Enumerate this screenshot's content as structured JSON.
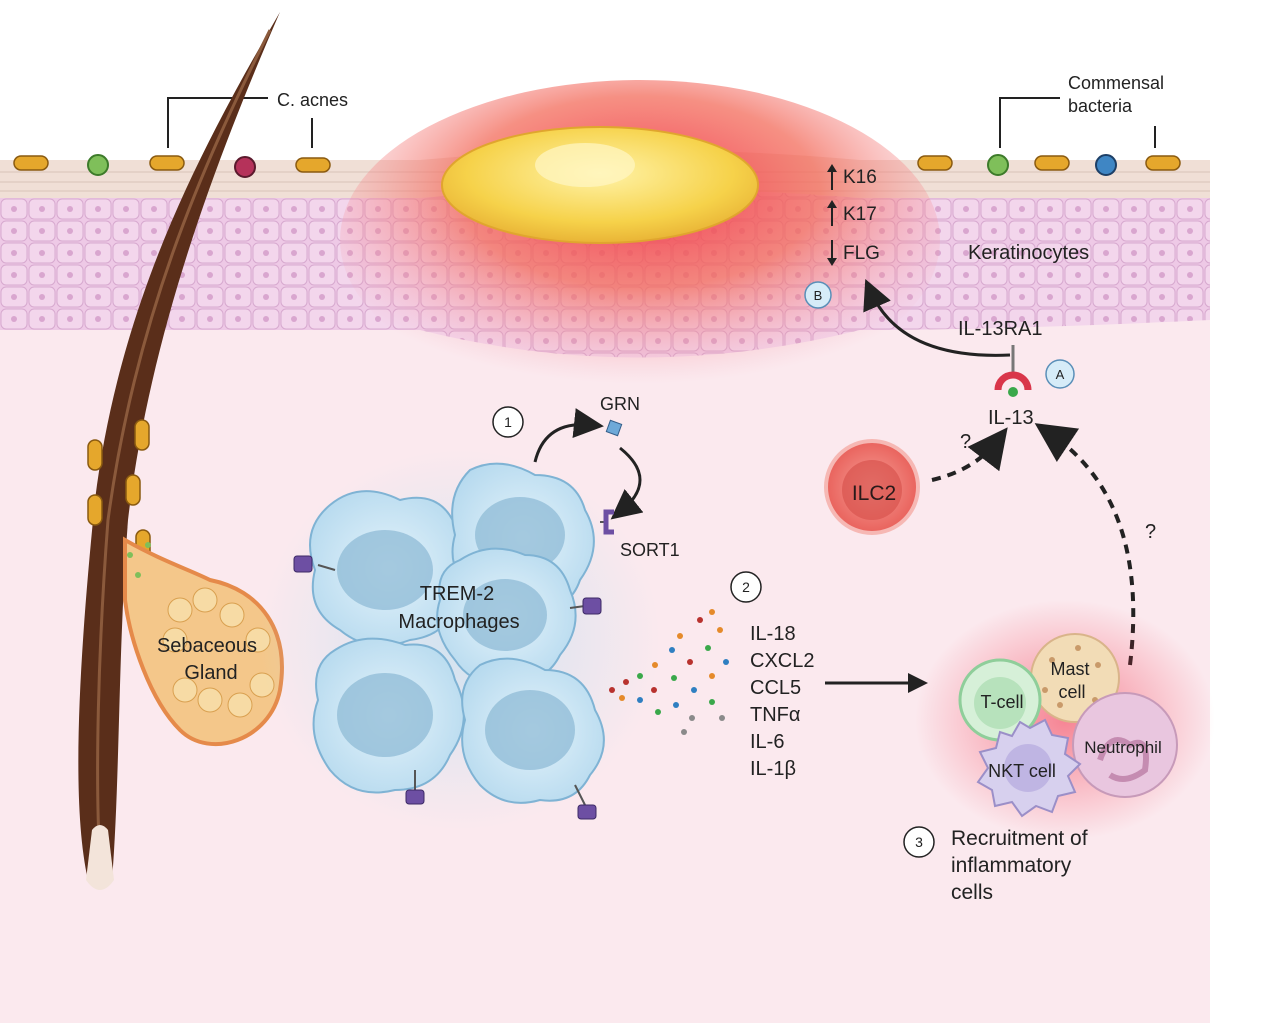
{
  "labels": {
    "c_acnes": "C. acnes",
    "commensal_line1": "Commensal",
    "commensal_line2": "bacteria",
    "k16": "K16",
    "k17": "K17",
    "flg": "FLG",
    "keratinocytes": "Keratinocytes",
    "marker_b": "B",
    "marker_a": "A",
    "il13ra1": "IL-13RA1",
    "il13": "IL-13",
    "question": "?",
    "ilc2": "ILC2",
    "step1": "1",
    "grn": "GRN",
    "sort1": "SORT1",
    "trem2_line1": "TREM-2",
    "trem2_line2": "Macrophages",
    "sebaceous_line1": "Sebaceous",
    "sebaceous_line2": "Gland",
    "step2": "2",
    "cytokines": [
      "IL-18",
      "CXCL2",
      "CCL5",
      "TNFα",
      "IL-6",
      "IL-1β"
    ],
    "tcell": "T-cell",
    "mast_line1": "Mast",
    "mast_line2": "cell",
    "neutrophil": "Neutrophil",
    "nkt": "NKT cell",
    "step3": "3",
    "recruit_line1": "Recruitment of",
    "recruit_line2": "inflammatory",
    "recruit_line3": "cells"
  },
  "icons": {
    "up_arrow": "up-arrow-icon",
    "down_arrow": "down-arrow-icon"
  },
  "colors": {
    "dermis": "#fbe9ee",
    "epidermis": "#eec9e6",
    "inflammation": "#f2324a",
    "pustule": "#f6d24a",
    "macrophage": "#bfe0f2",
    "hair": "#5a2e1a",
    "bacteria": "#e5a72c",
    "ilc2": "#e9625c",
    "receptor": "#6d4fa3"
  }
}
